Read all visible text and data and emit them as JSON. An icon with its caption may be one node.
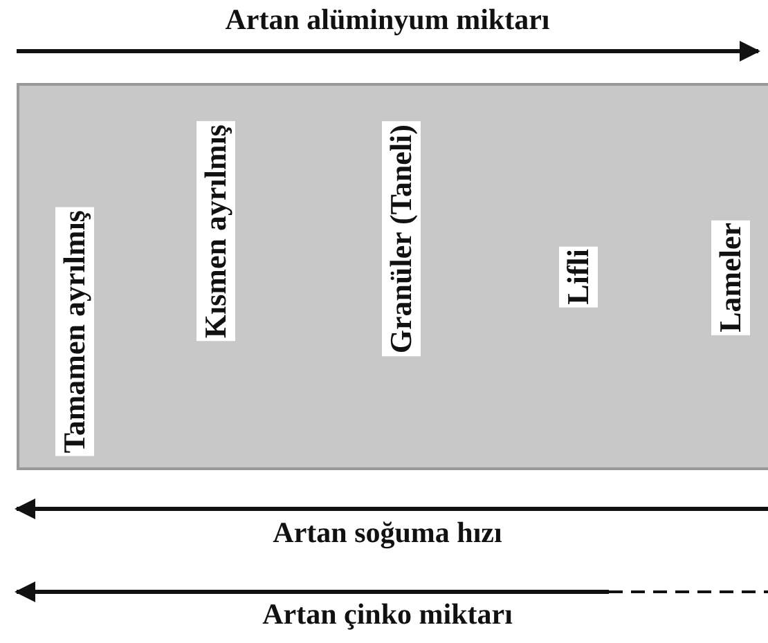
{
  "diagram": {
    "nodes": [
      {
        "text": [
          "Tamamen ayrılmış",
          "Kısmen ayrılmış",
          "Granüler (Taneli)",
          "Lifli",
          "Lameler"
        ]
      }
    ],
    "labels": [
      "Artan alüminyum miktarı",
      "Artan soğuma hızı",
      "Artan çinko miktarı"
    ]
  }
}
